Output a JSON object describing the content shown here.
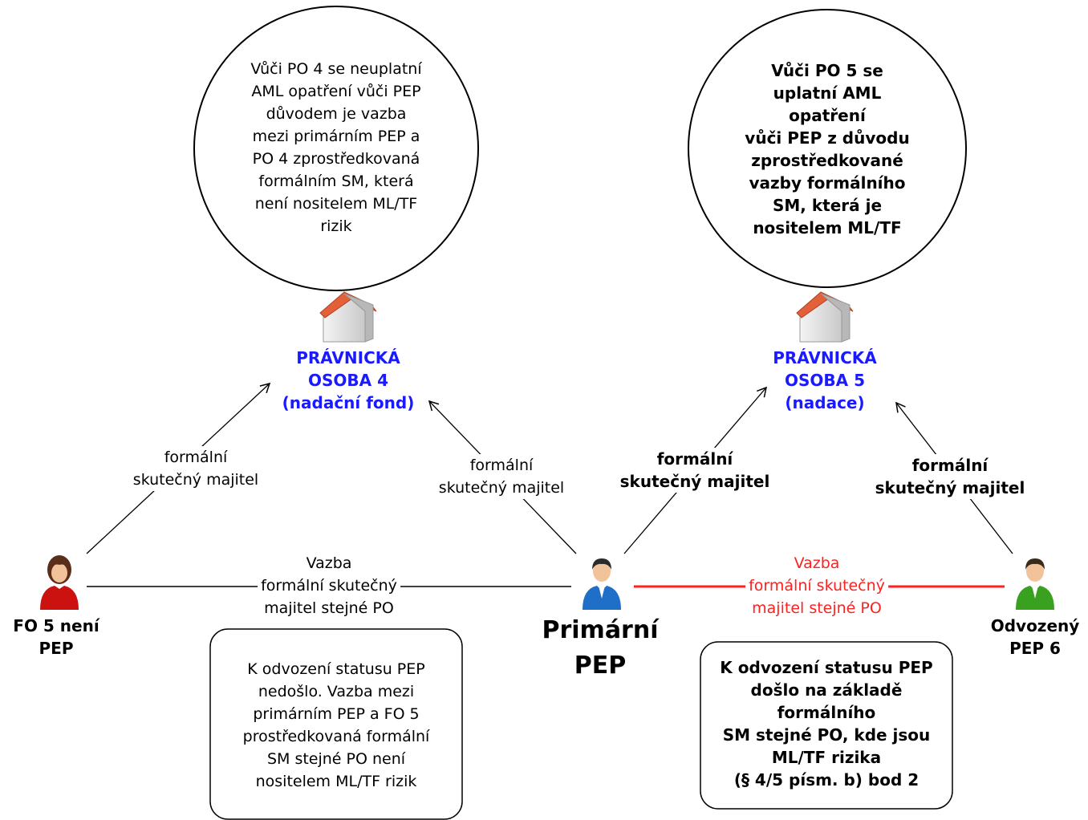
{
  "circle_left": {
    "lines": [
      "Vůči PO 4 se neuplatní",
      "AML opatření vůči PEP",
      "důvodem je vazba",
      "mezi primárním PEP a",
      "PO 4 zprostředkovaná",
      "formálním SM, která",
      "není nositelem ML/TF",
      "rizik"
    ]
  },
  "circle_right": {
    "lines": [
      "Vůči PO 5 se",
      "uplatní AML",
      "opatření",
      "vůči PEP z důvodu",
      "zprostředkované",
      "vazby formálního",
      "SM, která je",
      "nositelem ML/TF"
    ]
  },
  "entity_left": {
    "icon": "house-icon",
    "lines": [
      "PRÁVNICKÁ",
      "OSOBA 4",
      "(nadační fond)"
    ],
    "color": "#1a1aff"
  },
  "entity_right": {
    "icon": "house-icon",
    "lines": [
      "PRÁVNICKÁ",
      "OSOBA 5",
      "(nadace)"
    ],
    "color": "#1a1aff"
  },
  "edge_labels": {
    "fo5_to_po4": [
      "formální",
      "skutečný majitel"
    ],
    "pep_to_po4": [
      "formální",
      "skutečný majitel"
    ],
    "pep_to_po5": [
      "formální",
      "skutečný majitel"
    ],
    "pep6_to_po5": [
      "formální",
      "skutečný majitel"
    ]
  },
  "link_left": {
    "lines": [
      "Vazba",
      "formální skutečný",
      "majitel stejné PO"
    ],
    "color": "#000000"
  },
  "link_right": {
    "lines": [
      "Vazba",
      "formální skutečný",
      "majitel stejné PO"
    ],
    "color": "#ff2020"
  },
  "persons": {
    "fo5": {
      "icon": "person-female-red-icon",
      "lines": [
        "FO 5 není",
        "PEP"
      ],
      "color": "#cc1111"
    },
    "primary": {
      "icon": "person-male-blue-icon",
      "lines": [
        "Primární",
        "PEP"
      ],
      "color": "#1f6fc9"
    },
    "pep6": {
      "icon": "person-male-green-icon",
      "lines": [
        "Odvozený",
        "PEP 6"
      ],
      "color": "#3aa020"
    }
  },
  "box_left": {
    "lines": [
      "K odvození statusu PEP",
      "nedošlo. Vazba mezi",
      "primárním PEP a FO 5",
      "prostředkovaná formální",
      "SM stejné PO není",
      "nositelem ML/TF rizik"
    ]
  },
  "box_right": {
    "lines": [
      "K odvození statusu PEP",
      "došlo na základě",
      "formálního",
      "SM stejné PO, kde jsou",
      "ML/TF rizika",
      "(§ 4/5 písm. b) bod 2"
    ]
  }
}
